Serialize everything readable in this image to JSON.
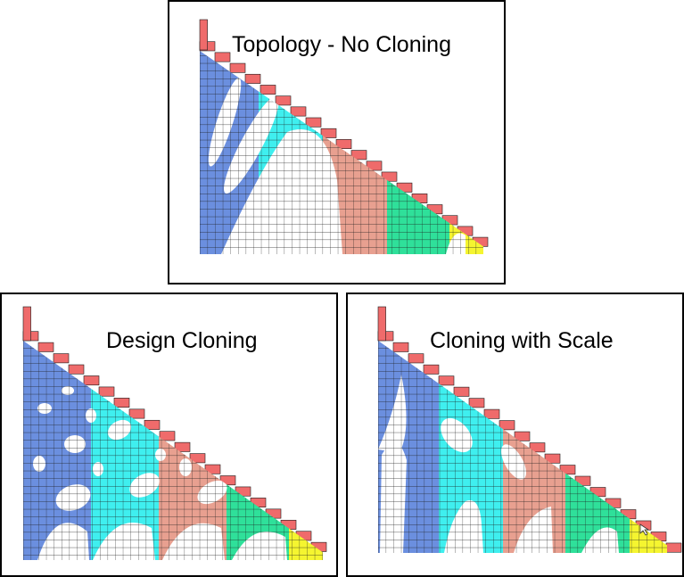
{
  "panels": [
    {
      "title": "Topology - No Cloning"
    },
    {
      "title": "Design Cloning"
    },
    {
      "title": "Cloning with Scale"
    }
  ],
  "colors": {
    "region_blue": "#6b8fdf",
    "region_cyan": "#3fefef",
    "region_salmon": "#e8a090",
    "region_green": "#2fe09a",
    "region_yellow": "#f5f530",
    "boundary_red": "#ef6b6b",
    "grid_line": "#1c1c1c"
  },
  "icons": [
    "cursor-arrow-icon"
  ]
}
